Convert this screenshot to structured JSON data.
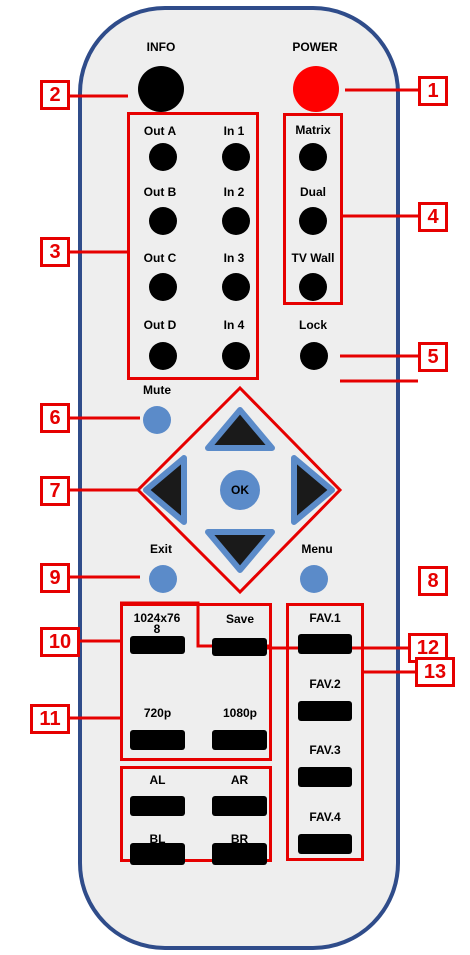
{
  "remote": {
    "labels": {
      "info": "INFO",
      "power": "POWER",
      "out_a": "Out A",
      "out_b": "Out B",
      "out_c": "Out C",
      "out_d": "Out D",
      "in_1": "In 1",
      "in_2": "In 2",
      "in_3": "In 3",
      "in_4": "In 4",
      "matrix": "Matrix",
      "dual": "Dual",
      "tv_wall": "TV Wall",
      "lock": "Lock",
      "mute": "Mute",
      "ok": "OK",
      "exit": "Exit",
      "menu": "Menu",
      "res_1024_line1": "1024x76",
      "res_1024_line2": "8",
      "save": "Save",
      "res_720": "720p",
      "res_1080": "1080p",
      "fav1": "FAV.1",
      "fav2": "FAV.2",
      "fav3": "FAV.3",
      "fav4": "FAV.4",
      "al": "AL",
      "ar": "AR",
      "bl": "BL",
      "br": "BR"
    },
    "callouts": {
      "c1": "1",
      "c2": "2",
      "c3": "3",
      "c4": "4",
      "c5": "5",
      "c6": "6",
      "c7": "7",
      "c8": "8",
      "c9": "9",
      "c10": "10",
      "c11": "11",
      "c12": "12",
      "c13": "13"
    },
    "colors": {
      "body_fill": "#eeeeee",
      "body_outline": "#2f4c8a",
      "power_red": "#ff0000",
      "accent_blue": "#5b8bc9",
      "callout_red": "#e60000",
      "button_black": "#000000"
    }
  }
}
